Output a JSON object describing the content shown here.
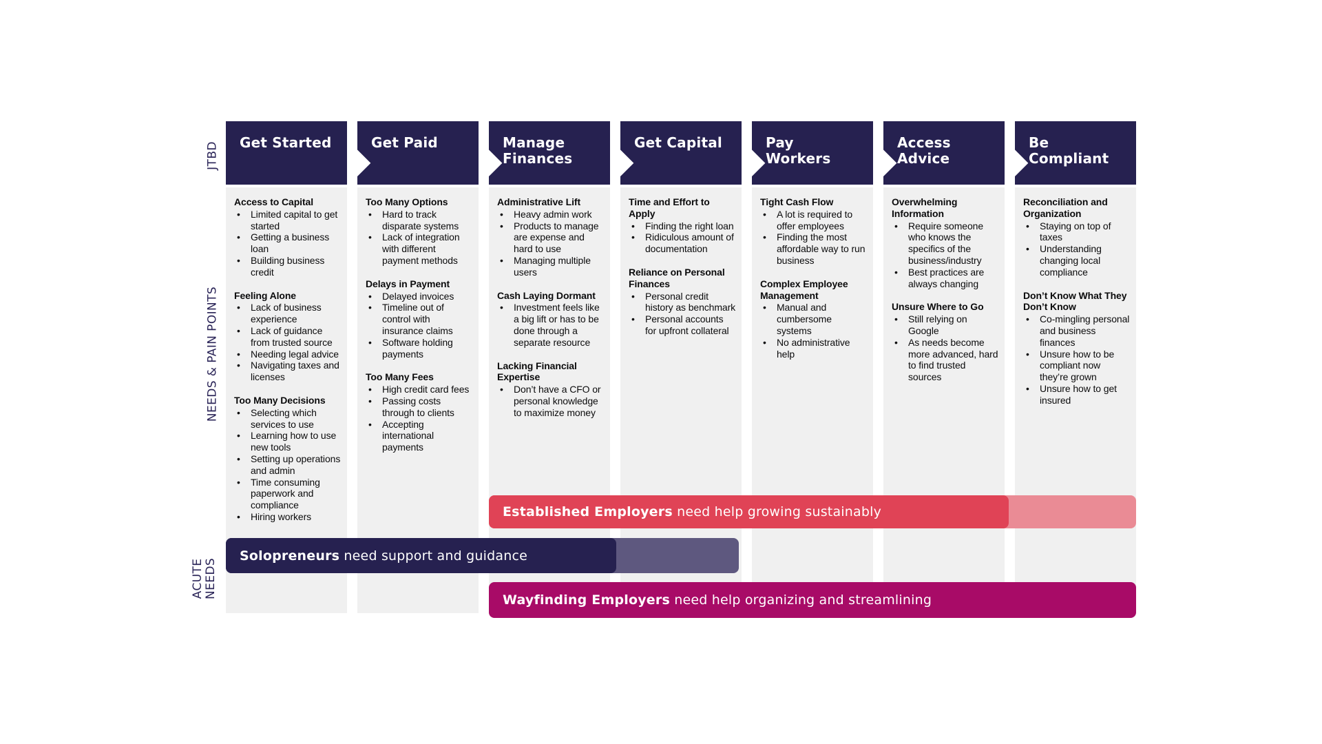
{
  "left_labels": {
    "jtbd": "JTBD",
    "needs_pain_points": "NEEDS & PAIN POINTS",
    "acute_needs_line1": "ACUTE",
    "acute_needs_line2": "NEEDS"
  },
  "columns": [
    {
      "title": "Get Started",
      "groups": [
        {
          "heading": "Access to Capital",
          "bullets": [
            "Limited capital to get started",
            "Getting a business loan",
            "Building business credit"
          ]
        },
        {
          "heading": "Feeling Alone",
          "bullets": [
            "Lack of business experience",
            "Lack of guidance from trusted source",
            "Needing legal advice",
            "Navigating taxes and licenses"
          ]
        },
        {
          "heading": "Too Many Decisions",
          "bullets": [
            "Selecting which services to use",
            "Learning how to use new tools",
            "Setting up operations and admin",
            "Time consuming paperwork and compliance",
            "Hiring workers"
          ]
        }
      ]
    },
    {
      "title": "Get Paid",
      "groups": [
        {
          "heading": "Too Many Options",
          "bullets": [
            "Hard to track disparate systems",
            "Lack of integration with different payment methods"
          ]
        },
        {
          "heading": "Delays in Payment",
          "bullets": [
            "Delayed invoices",
            "Timeline out of control with insurance claims",
            "Software holding payments"
          ]
        },
        {
          "heading": "Too Many Fees",
          "bullets": [
            "High credit card fees",
            "Passing costs through to clients",
            "Accepting international payments"
          ]
        }
      ]
    },
    {
      "title": "Manage Finances",
      "groups": [
        {
          "heading": "Administrative Lift",
          "bullets": [
            "Heavy admin work",
            "Products to manage are expense and hard to use",
            "Managing multiple users"
          ]
        },
        {
          "heading": "Cash Laying Dormant",
          "bullets": [
            "Investment feels like a big lift or has to be done through a separate resource"
          ]
        },
        {
          "heading": "Lacking Financial Expertise",
          "bullets": [
            "Don’t have a CFO or personal knowledge to maximize money"
          ]
        }
      ]
    },
    {
      "title": "Get Capital",
      "groups": [
        {
          "heading": "Time and Effort to Apply",
          "bullets": [
            "Finding the right loan",
            "Ridiculous amount of documentation"
          ]
        },
        {
          "heading": "Reliance on Personal Finances",
          "bullets": [
            "Personal credit history as benchmark",
            "Personal accounts for upfront collateral"
          ]
        }
      ]
    },
    {
      "title": "Pay Workers",
      "groups": [
        {
          "heading": "Tight Cash Flow",
          "bullets": [
            "A lot is required to offer employees",
            "Finding the most affordable way to run business"
          ]
        },
        {
          "heading": "Complex Employee Management",
          "bullets": [
            "Manual and cumbersome systems",
            "No administrative help"
          ]
        }
      ]
    },
    {
      "title": "Access Advice",
      "groups": [
        {
          "heading": "Overwhelming Information",
          "bullets": [
            "Require someone who knows the specifics of the business/industry",
            "Best practices are always changing"
          ]
        },
        {
          "heading": "Unsure Where to Go",
          "bullets": [
            "Still relying on Google",
            "As needs become more advanced, hard to find trusted sources"
          ]
        }
      ]
    },
    {
      "title": "Be Compliant",
      "groups": [
        {
          "heading": "Reconciliation and Organization",
          "bullets": [
            "Staying on top of taxes",
            "Understanding changing local compliance"
          ]
        },
        {
          "heading": "Don’t Know What They Don’t Know",
          "bullets": [
            "Co-mingling personal and business finances",
            "Unsure how to be compliant now they’re grown",
            "Unsure how to get insured"
          ]
        }
      ]
    }
  ],
  "acute_bars": [
    {
      "bold": "Established Employers",
      "rest": " need help growing sustainably",
      "color": "#e04356",
      "fade_color": "#ea8b95"
    },
    {
      "bold": "Solopreneurs",
      "rest": " need support and guidance",
      "color": "#262150",
      "fade_color": "#5e587f"
    },
    {
      "bold": "Wayfinding Employers",
      "rest": " need help organizing and streamlining",
      "color": "#a80b67",
      "fade_color": "#a80b67"
    }
  ],
  "colors": {
    "header_navy": "#262150",
    "column_gray": "#f0f0f0",
    "label_navy": "#2b2558",
    "established_red": "#e04356",
    "established_fade": "#ea8b95",
    "solopreneur_navy": "#262150",
    "solopreneur_fade": "#5e587f",
    "wayfinding_magenta": "#a80b67",
    "body_text": "#0b0b0c"
  }
}
